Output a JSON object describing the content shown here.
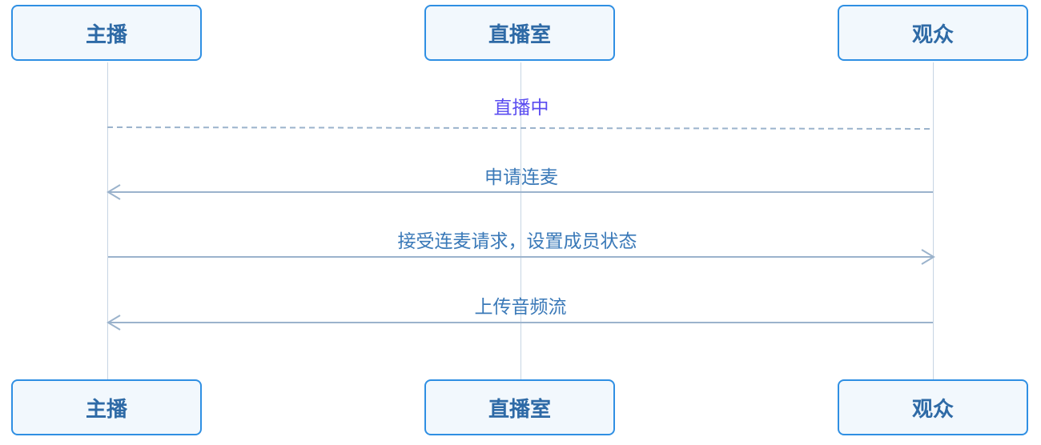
{
  "actors": [
    "主播",
    "直播室",
    "观众"
  ],
  "messages": [
    {
      "label": "直播中",
      "from": "主播",
      "to": "观众",
      "style": "dashed",
      "arrowhead": "none",
      "color": "#5a4cf0"
    },
    {
      "label": "申请连麦",
      "from": "观众",
      "to": "主播",
      "style": "solid",
      "arrowhead": "open",
      "color": "#3a79b8"
    },
    {
      "label": "接受连麦请求，设置成员状态",
      "from": "主播",
      "to": "观众",
      "style": "solid",
      "arrowhead": "open",
      "color": "#3a79b8"
    },
    {
      "label": "上传音频流",
      "from": "观众",
      "to": "主播",
      "style": "solid",
      "arrowhead": "open",
      "color": "#3a79b8"
    }
  ],
  "colors": {
    "actor_border": "#2f8fe3",
    "actor_fill": "#f2f8fd",
    "actor_text": "#2e6aa6",
    "lifeline": "#c7d5e3",
    "arrow_line": "#9bb3cc"
  }
}
